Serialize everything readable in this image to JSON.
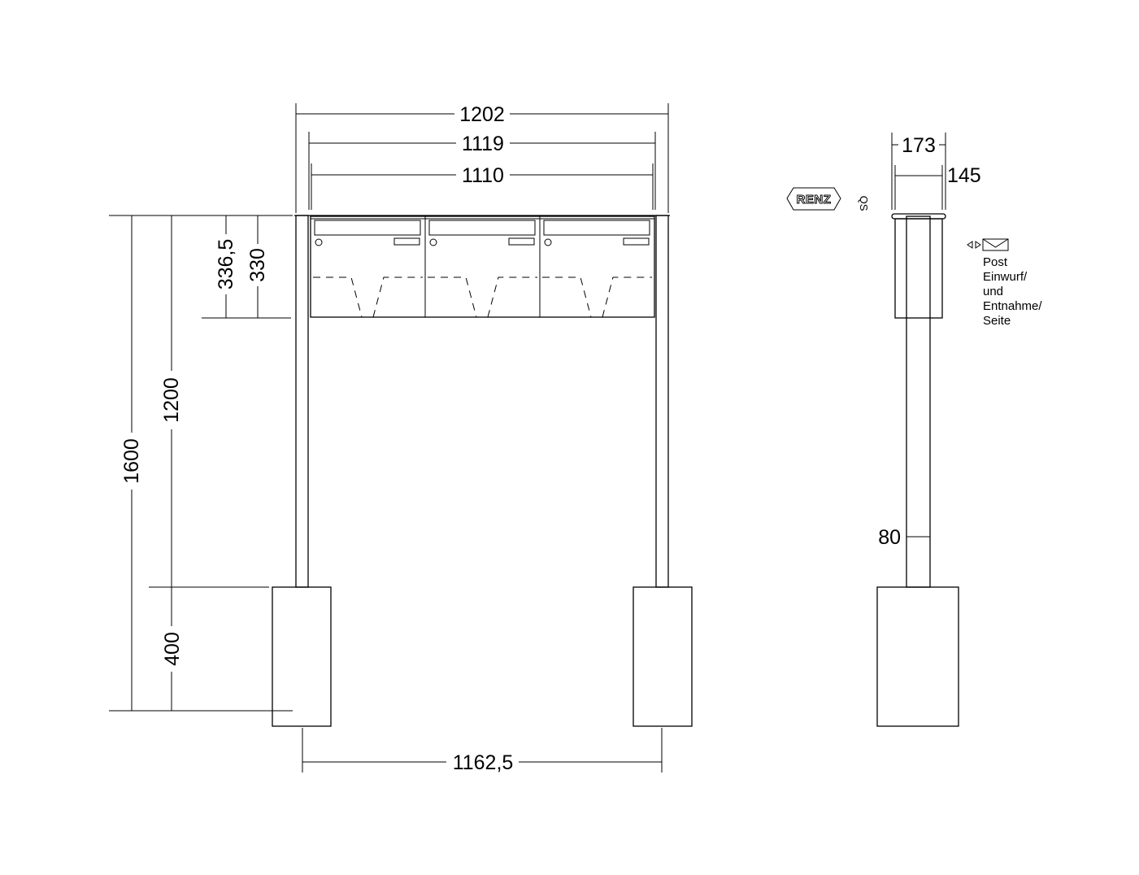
{
  "dimensions": {
    "overall_width": "1202",
    "housing_width": "1119",
    "box_width": "1110",
    "height_total": "1600",
    "height_post": "1200",
    "height_foot": "400",
    "box_height_outer": "336,5",
    "box_height_inner": "330",
    "foot_spacing": "1162,5",
    "side_depth_outer": "173",
    "side_depth_inner": "145",
    "post_width": "80"
  },
  "logo": {
    "brand": "RENZ",
    "mark": "QS"
  },
  "side_note": {
    "lines": [
      "Post",
      "Einwurf/",
      "und",
      "Entnahme/",
      "Seite"
    ]
  }
}
